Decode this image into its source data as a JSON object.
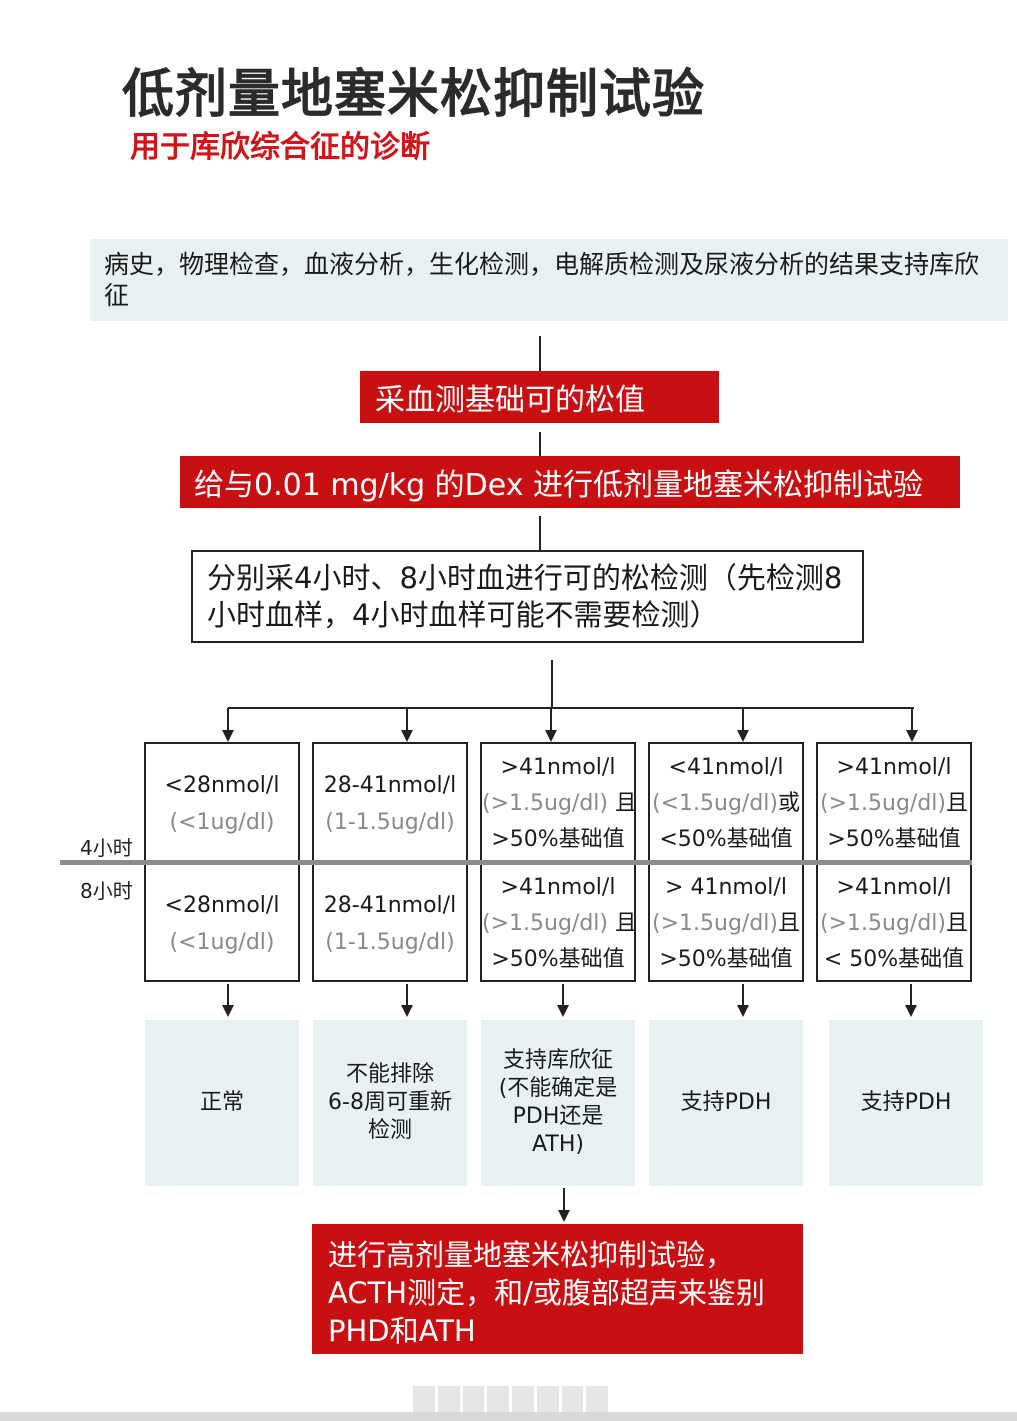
{
  "title": "低剂量地塞米松抑制试验",
  "subtitle": "用于库欣综合征的诊断",
  "history": "病史，物理检查，血液分析，生化检测，电解质检测及尿液分析的结果支持库欣征",
  "step_blood": "采血测基础可的松值",
  "step_dex": "给与0.01 mg/kg 的Dex 进行低剂量地塞米松抑制试验",
  "step_sample": "分别采4小时、8小时血进行可的松检测（先检测8小时血样，4小时血样可能不需要检测）",
  "label_4h": "4小时",
  "label_8h": "8小时",
  "columns": [
    {
      "h4": [
        "<28nmol/l",
        "(<1ug/dl)"
      ],
      "h8": [
        "<28nmol/l",
        "(<1ug/dl)"
      ],
      "result": [
        "正常"
      ]
    },
    {
      "h4": [
        "28-41nmol/l",
        "(1-1.5ug/dl)"
      ],
      "h8": [
        "28-41nmol/l",
        "(1-1.5ug/dl)"
      ],
      "result": [
        "不能排除",
        "6-8周可重新",
        "检测"
      ]
    },
    {
      "h4": [
        ">41nmol/l",
        "(>1.5ug/dl) 且",
        ">50%基础值"
      ],
      "h8": [
        ">41nmol/l",
        "(>1.5ug/dl) 且",
        ">50%基础值"
      ],
      "result": [
        "支持库欣征",
        "(不能确定是",
        "PDH还是",
        "ATH)"
      ]
    },
    {
      "h4": [
        "<41nmol/l",
        "(<1.5ug/dl)或",
        "<50%基础值"
      ],
      "h8": [
        "> 41nmol/l",
        "(>1.5ug/dl)且",
        ">50%基础值"
      ],
      "result": [
        "支持PDH"
      ]
    },
    {
      "h4": [
        ">41nmol/l",
        "(>1.5ug/dl)且",
        ">50%基础值"
      ],
      "h8": [
        ">41nmol/l",
        "(>1.5ug/dl)且",
        "< 50%基础值"
      ],
      "result": [
        "支持PDH"
      ]
    }
  ],
  "final": "进行高剂量地塞米松抑制试验，ACTH测定，和/或腹部超声来鉴别PHD和ATH",
  "colors": {
    "accent_red": "#c81012",
    "title_red": "#d01418",
    "light_panel": "#e8f1f2"
  }
}
